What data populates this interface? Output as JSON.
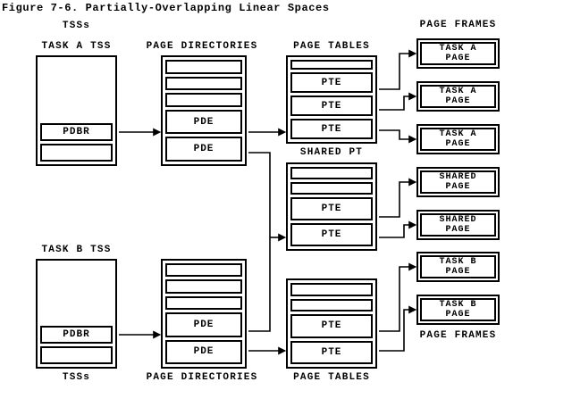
{
  "title": "Figure 7-6. Partially-Overlapping Linear Spaces",
  "labels": {
    "tsss_top": "TSSs",
    "tsss_bottom": "TSSs",
    "task_a_tss": "TASK A TSS",
    "task_b_tss": "TASK B TSS",
    "page_directories_top": "PAGE DIRECTORIES",
    "page_directories_bottom": "PAGE DIRECTORIES",
    "page_tables_top": "PAGE TABLES",
    "page_tables_bottom": "PAGE TABLES",
    "page_frames_top": "PAGE FRAMES",
    "page_frames_bottom": "PAGE FRAMES",
    "shared_pt": "SHARED PT"
  },
  "tss_a": {
    "pdbr": "PDBR"
  },
  "tss_b": {
    "pdbr": "PDBR"
  },
  "pd_top": {
    "rows": [
      "",
      "",
      "",
      "PDE",
      "PDE"
    ]
  },
  "pd_bottom": {
    "rows": [
      "",
      "",
      "",
      "PDE",
      "PDE"
    ]
  },
  "pt_top": {
    "rows": [
      "",
      "PTE",
      "PTE",
      "PTE"
    ]
  },
  "pt_shared": {
    "rows": [
      "",
      "",
      "PTE",
      "PTE"
    ]
  },
  "pt_bottom": {
    "rows": [
      "",
      "",
      "PTE",
      "PTE"
    ]
  },
  "frames": [
    {
      "line1": "TASK A",
      "line2": "PAGE"
    },
    {
      "line1": "TASK A",
      "line2": "PAGE"
    },
    {
      "line1": "TASK A",
      "line2": "PAGE"
    },
    {
      "line1": "SHARED",
      "line2": "PAGE"
    },
    {
      "line1": "SHARED",
      "line2": "PAGE"
    },
    {
      "line1": "TASK B",
      "line2": "PAGE"
    },
    {
      "line1": "TASK B",
      "line2": "PAGE"
    }
  ],
  "colors": {
    "ink": "#000000",
    "background": "#ffffff"
  }
}
